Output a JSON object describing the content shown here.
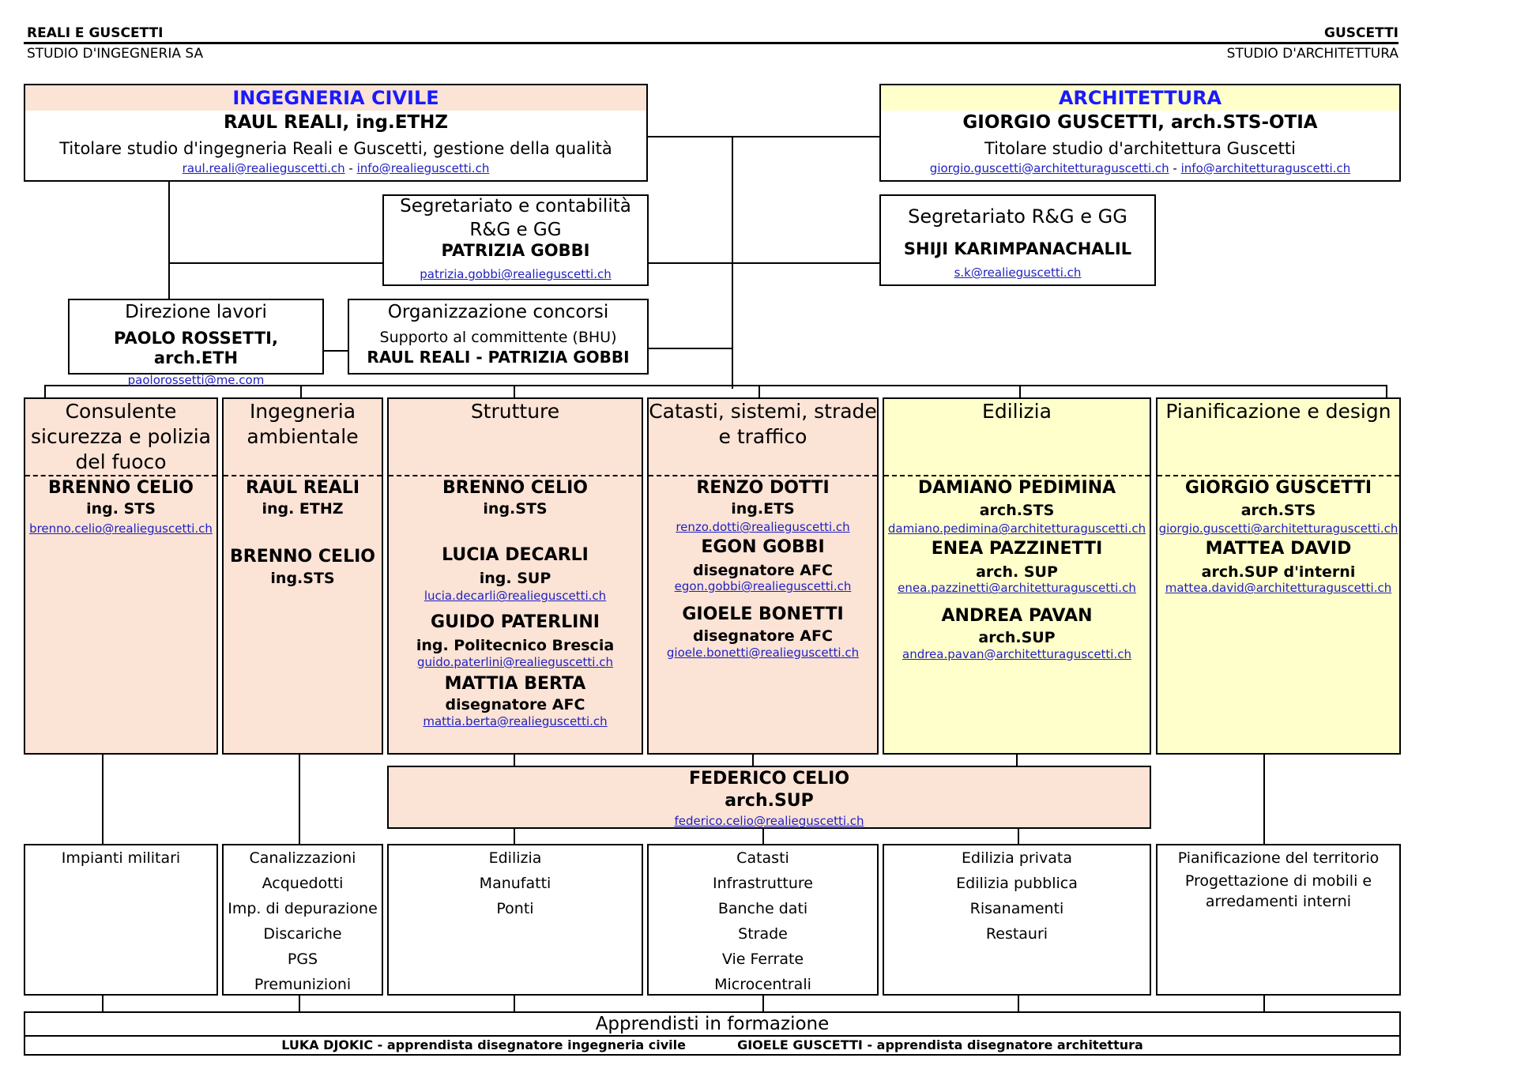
{
  "header": {
    "left_title": "REALI E GUSCETTI",
    "left_subtitle": "STUDIO D'INGEGNERIA SA",
    "right_title": "GUSCETTI",
    "right_subtitle": "STUDIO D'ARCHITETTURA"
  },
  "ing_civile": {
    "heading": "INGEGNERIA CIVILE",
    "name": "RAUL REALI, ing.ETHZ",
    "role": "Titolare studio d'ingegneria Reali e Guscetti, gestione della qualità",
    "email1": "raul.reali@realieguscetti.ch",
    "sep": " - ",
    "email2": "info@realieguscetti.ch"
  },
  "architettura": {
    "heading": "ARCHITETTURA",
    "name": "GIORGIO GUSCETTI, arch.STS-OTIA",
    "role": "Titolare studio d'architettura Guscetti",
    "email1": "giorgio.guscetti@architetturaguscetti.ch",
    "sep": " - ",
    "email2": "info@architetturaguscetti.ch"
  },
  "segr_cont": {
    "title1": "Segretariato e contabilità",
    "title2": "R&G e GG",
    "name": "PATRIZIA GOBBI",
    "email": "patrizia.gobbi@realieguscetti.ch"
  },
  "segr_rg": {
    "title": "Segretariato R&G e GG",
    "name": "SHIJI KARIMPANACHALIL",
    "email": "s.k@realieguscetti.ch"
  },
  "direzione": {
    "title": "Direzione lavori",
    "name": "PAOLO ROSSETTI, arch.ETH",
    "email": "paolorossetti@me.com"
  },
  "concorsi": {
    "title": "Organizzazione concorsi",
    "sub": "Supporto al committente (BHU)",
    "name": "RAUL REALI - PATRIZIA GOBBI"
  },
  "departments": [
    {
      "title": "Consulente sicurezza e polizia del fuoco",
      "people": [
        {
          "name": "BRENNO CELIO",
          "title": "ing. STS",
          "email": "brenno.celio@realieguscetti.ch"
        }
      ]
    },
    {
      "title": "Ingegneria ambientale",
      "people": [
        {
          "name": "RAUL REALI",
          "title": "ing. ETHZ",
          "email": ""
        },
        {
          "name": "BRENNO CELIO",
          "title": "ing.STS",
          "email": ""
        }
      ]
    },
    {
      "title": "Strutture",
      "people": [
        {
          "name": "BRENNO CELIO",
          "title": "ing.STS",
          "email": ""
        },
        {
          "name": "LUCIA DECARLI",
          "title": "ing. SUP",
          "email": "lucia.decarli@realieguscetti.ch"
        },
        {
          "name": "GUIDO PATERLINI",
          "title": "ing. Politecnico Brescia",
          "email": "guido.paterlini@realieguscetti.ch"
        },
        {
          "name": "MATTIA BERTA",
          "title": "disegnatore AFC",
          "email": "mattia.berta@realieguscetti.ch"
        }
      ]
    },
    {
      "title": "Catasti, sistemi, strade e traffico",
      "people": [
        {
          "name": "RENZO DOTTI",
          "title": "ing.ETS",
          "email": "renzo.dotti@realieguscetti.ch"
        },
        {
          "name": "EGON GOBBI",
          "title": "disegnatore AFC",
          "email": "egon.gobbi@realieguscetti.ch"
        },
        {
          "name": "GIOELE BONETTI",
          "title": "disegnatore AFC",
          "email": "gioele.bonetti@realieguscetti.ch"
        }
      ]
    },
    {
      "title": "Edilizia",
      "people": [
        {
          "name": "DAMIANO PEDIMINA",
          "title": "arch.STS",
          "email": "damiano.pedimina@architetturaguscetti.ch"
        },
        {
          "name": "ENEA PAZZINETTI",
          "title": "arch. SUP",
          "email": "enea.pazzinetti@architetturaguscetti.ch"
        },
        {
          "name": "ANDREA PAVAN",
          "title": "arch.SUP",
          "email": "andrea.pavan@architetturaguscetti.ch"
        }
      ]
    },
    {
      "title": "Pianificazione e design",
      "people": [
        {
          "name": "GIORGIO GUSCETTI",
          "title": "arch.STS",
          "email": "giorgio.guscetti@architetturaguscetti.ch"
        },
        {
          "name": "MATTEA DAVID",
          "title": "arch.SUP d'interni",
          "email": "mattea.david@architetturaguscetti.ch"
        }
      ]
    }
  ],
  "federico": {
    "name": "FEDERICO CELIO",
    "title": "arch.SUP",
    "email": "federico.celio@realieguscetti.ch"
  },
  "activities": [
    [
      "Impianti militari"
    ],
    [
      "Canalizzazioni",
      "Acquedotti",
      "Imp. di depurazione",
      "Discariche",
      "PGS",
      "Premunizioni"
    ],
    [
      "Edilizia",
      "Manufatti",
      "Ponti"
    ],
    [
      "Catasti",
      "Infrastrutture",
      "Banche dati",
      "Strade",
      "Vie Ferrate",
      "Microcentrali"
    ],
    [
      "Edilizia privata",
      "Edilizia pubblica",
      "Risanamenti",
      "Restauri"
    ],
    [
      "Pianificazione del territorio",
      "Progettazione di mobili e arredamenti interni"
    ]
  ],
  "apprendisti": {
    "title": "Apprendisti in formazione",
    "left": "LUKA DJOKIC - apprendista disegnatore ingegneria civile",
    "right": "GIOELE GUSCETTI - apprendista disegnatore architettura"
  }
}
